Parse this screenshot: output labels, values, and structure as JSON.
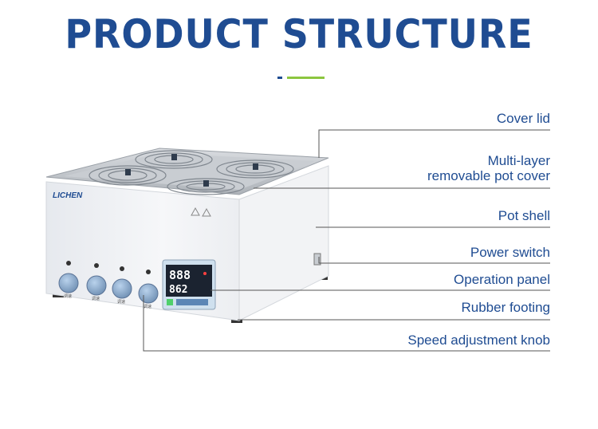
{
  "header": {
    "title": "PRODUCT STRUCTURE",
    "accent_blue": "#1f4c92",
    "accent_green": "#8cc63f"
  },
  "callouts": {
    "cover_lid": "Cover lid",
    "pot_cover_line1": "Multi-layer",
    "pot_cover_line2": "removable pot cover",
    "pot_shell": "Pot shell",
    "power_switch": "Power switch",
    "operation_panel": "Operation panel",
    "rubber_footing": "Rubber footing",
    "speed_knob": "Speed adjustment knob"
  },
  "device": {
    "brand": "LICHEN",
    "display_top": "888",
    "display_bottom": "862",
    "knob_labels": [
      "调速",
      "调速",
      "调速",
      "调速"
    ]
  }
}
